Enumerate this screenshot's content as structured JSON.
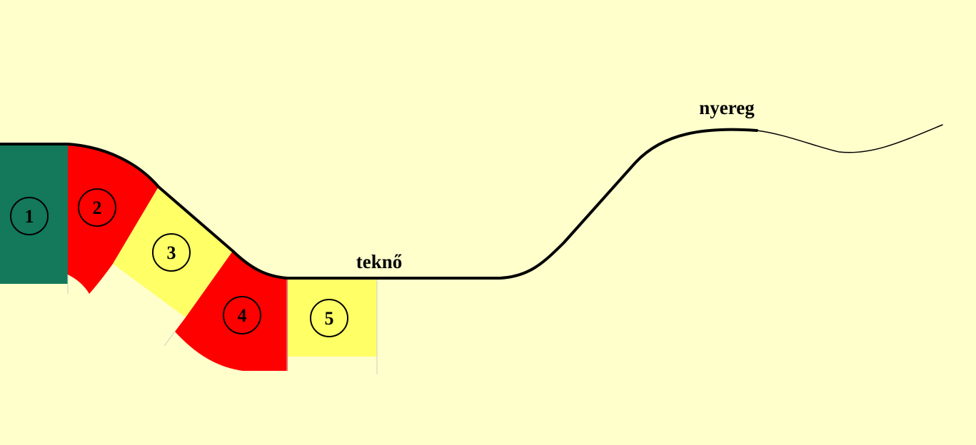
{
  "colors": {
    "background": "#FFFFCC",
    "green": "#14785A",
    "red": "#FF0000",
    "yellow": "#FFFF66",
    "line": "#000000"
  },
  "segments": [
    {
      "number": "1",
      "color": "green"
    },
    {
      "number": "2",
      "color": "red"
    },
    {
      "number": "3",
      "color": "yellow"
    },
    {
      "number": "4",
      "color": "red"
    },
    {
      "number": "5",
      "color": "yellow"
    }
  ],
  "labels": {
    "trough": "teknő",
    "saddle": "nyereg"
  }
}
